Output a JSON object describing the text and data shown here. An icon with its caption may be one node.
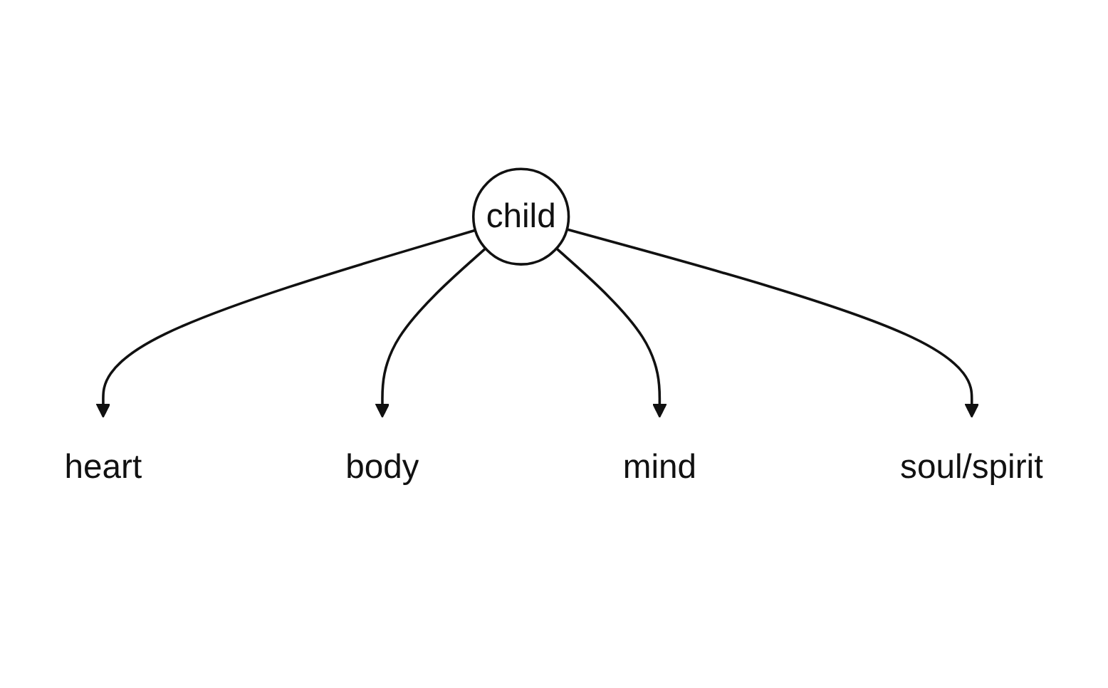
{
  "diagram": {
    "nodes": [
      {
        "text": [
          "heart"
        ]
      },
      {
        "text": [
          "body"
        ]
      },
      {
        "text": [
          "child"
        ]
      },
      {
        "text": [
          "mind"
        ]
      },
      {
        "text": [
          "soul/spirit"
        ]
      }
    ],
    "edges": [
      {
        "from": 2,
        "to": 0,
        "arrow": "to"
      },
      {
        "from": 2,
        "to": 1,
        "arrow": "to"
      },
      {
        "from": 2,
        "to": 3,
        "arrow": "to"
      },
      {
        "from": 2,
        "to": 4,
        "arrow": "to"
      }
    ]
  }
}
